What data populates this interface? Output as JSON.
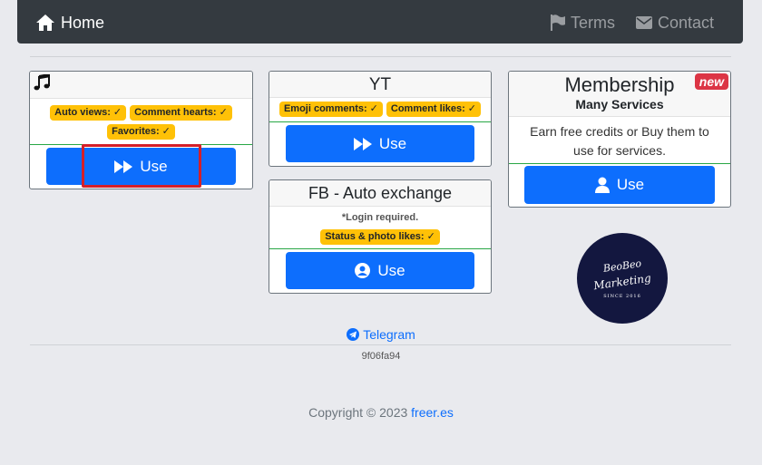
{
  "nav": {
    "brand": "Home",
    "terms": "Terms",
    "contact": "Contact"
  },
  "cards": {
    "tiktok": {
      "icon": "music-note-icon",
      "badges": [
        "Auto views:",
        "Comment hearts:",
        "Favorites:"
      ],
      "button": "Use"
    },
    "yt": {
      "title": "YT",
      "badges": [
        "Emoji comments:",
        "Comment likes:"
      ],
      "button": "Use"
    },
    "fb": {
      "title": "FB - Auto exchange",
      "note": "*Login required.",
      "badges": [
        "Status & photo likes:"
      ],
      "button": "Use"
    },
    "membership": {
      "title": "Membership",
      "subtitle": "Many Services",
      "new_badge": "new",
      "description": "Earn free credits or Buy them to use for services.",
      "button": "Use"
    }
  },
  "logo": {
    "line1": "BeoBeo",
    "line2": "Marketing",
    "line3": "SINCE 2016"
  },
  "footer": {
    "telegram": "Telegram",
    "hash": "9f06fa94",
    "copyright": "Copyright © 2023",
    "site": "freer.es"
  },
  "colors": {
    "navbar": "#343a40",
    "primary": "#0d6efd",
    "badge": "#ffc107",
    "new_badge": "#dc3545",
    "highlight": "#d41f29"
  }
}
